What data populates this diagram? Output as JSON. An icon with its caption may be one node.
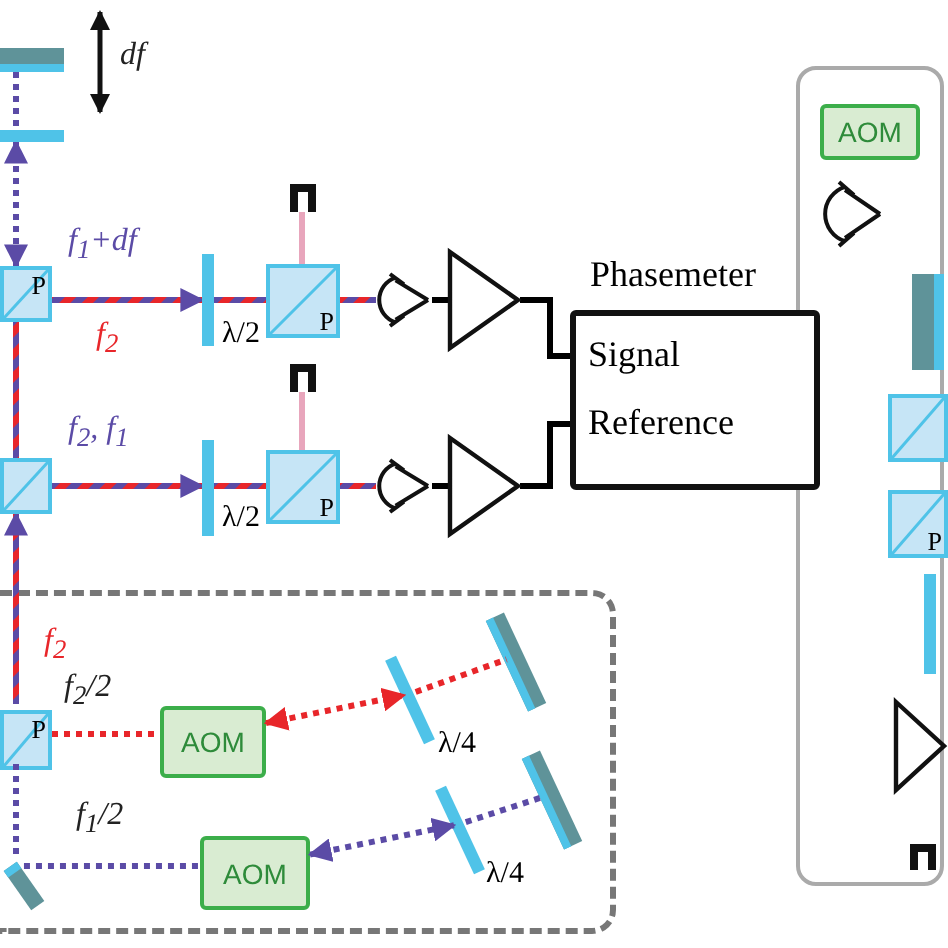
{
  "diagram": {
    "nodes": [
      {
        "text": [],
        "shape": "bar"
      },
      {
        "text": [],
        "shape": "bar"
      },
      {
        "text": [
          "P"
        ]
      },
      {
        "text": [],
        "shape": "bar",
        "beside": [
          "λ/2"
        ]
      },
      {
        "text": [
          "P"
        ]
      },
      {
        "text": [],
        "shape": "box"
      },
      {
        "text": [],
        "shape": "detector"
      },
      {
        "text": [],
        "shape": "triangle"
      },
      {
        "text": [
          "Phasemeter",
          "Signal",
          "Reference"
        ]
      },
      {
        "text": [],
        "shape": "box"
      },
      {
        "text": [],
        "shape": "bar",
        "beside": [
          "λ/2"
        ]
      },
      {
        "text": [
          "P"
        ]
      },
      {
        "text": [],
        "shape": "box"
      },
      {
        "text": [],
        "shape": "detector"
      },
      {
        "text": [],
        "shape": "triangle"
      },
      {
        "text": [],
        "shape": "box"
      },
      {
        "text": [
          "P"
        ],
        "in": 15
      },
      {
        "text": [
          "AOM"
        ],
        "in": 15
      },
      {
        "text": [],
        "shape": "bar",
        "beside": [
          "λ/4"
        ],
        "in": 15
      },
      {
        "text": [],
        "shape": "bar",
        "in": 15
      },
      {
        "text": [
          "AOM"
        ],
        "in": 15
      },
      {
        "text": [],
        "shape": "bar",
        "beside": [
          "λ/4"
        ],
        "in": 15
      },
      {
        "text": [],
        "shape": "bar",
        "in": 15
      },
      {
        "text": [],
        "shape": "bar",
        "in": 15
      },
      {
        "text": [],
        "shape": "box"
      },
      {
        "text": [
          "AOM"
        ],
        "in": 24
      },
      {
        "text": [],
        "shape": "detector",
        "in": 24
      },
      {
        "text": [],
        "shape": "bar",
        "in": 24
      },
      {
        "text": [],
        "shape": "box",
        "in": 24
      },
      {
        "text": [
          "P"
        ],
        "in": 24
      },
      {
        "text": [],
        "shape": "bar",
        "in": 24
      },
      {
        "text": [],
        "shape": "triangle",
        "in": 24
      },
      {
        "text": [],
        "shape": "box",
        "in": 24
      }
    ],
    "edges": [
      {
        "from": 0,
        "to": 1,
        "arrow": "none",
        "style": "dashed",
        "color": "#5b4ba6"
      },
      {
        "from": 1,
        "to": 2,
        "arrow": "both",
        "style": "dashed",
        "color": "#5b4ba6"
      },
      {
        "from": 2,
        "to": 3,
        "arrow": "to",
        "label": "f$_{1}$+df"
      },
      {
        "from": 3,
        "to": 4,
        "arrow": "none"
      },
      {
        "from": 4,
        "to": 6,
        "arrow": "none"
      },
      {
        "from": 6,
        "to": 7,
        "arrow": "none",
        "color": "#000000"
      },
      {
        "from": 7,
        "to": 8,
        "arrow": "none",
        "color": "#000000"
      },
      {
        "from": 5,
        "to": 4,
        "arrow": "none",
        "color": "#e8a6bc"
      },
      {
        "from": 2,
        "to": 9,
        "arrow": "none"
      },
      {
        "from": 9,
        "to": 10,
        "arrow": "to",
        "label": "f$_{2}$, f$_{1}$"
      },
      {
        "from": 10,
        "to": 11,
        "arrow": "none"
      },
      {
        "from": 11,
        "to": 13,
        "arrow": "none"
      },
      {
        "from": 13,
        "to": 14,
        "arrow": "none",
        "color": "#000000"
      },
      {
        "from": 14,
        "to": 8,
        "arrow": "none",
        "color": "#000000"
      },
      {
        "from": 12,
        "to": 11,
        "arrow": "none",
        "color": "#e8a6bc"
      },
      {
        "from": 16,
        "to": 9,
        "arrow": "to",
        "label": "f$_{2}$"
      },
      {
        "from": 16,
        "to": 17,
        "arrow": "none",
        "style": "dashed",
        "color": "#e8262a",
        "label": "f$_{2}$/2"
      },
      {
        "from": 17,
        "to": 18,
        "arrow": "both",
        "style": "dashed",
        "color": "#e8262a"
      },
      {
        "from": 18,
        "to": 19,
        "arrow": "none",
        "style": "dashed",
        "color": "#e8262a"
      },
      {
        "from": 16,
        "to": 23,
        "arrow": "none",
        "style": "dashed",
        "color": "#5b4ba6"
      },
      {
        "from": 23,
        "to": 20,
        "arrow": "none",
        "style": "dashed",
        "color": "#5b4ba6",
        "label": "f$_{1}$/2"
      },
      {
        "from": 20,
        "to": 21,
        "arrow": "both",
        "style": "dashed",
        "color": "#5b4ba6"
      },
      {
        "from": 21,
        "to": 22,
        "arrow": "none",
        "style": "dashed",
        "color": "#5b4ba6"
      }
    ],
    "labels": [
      "df",
      "f$_{2}$"
    ]
  }
}
